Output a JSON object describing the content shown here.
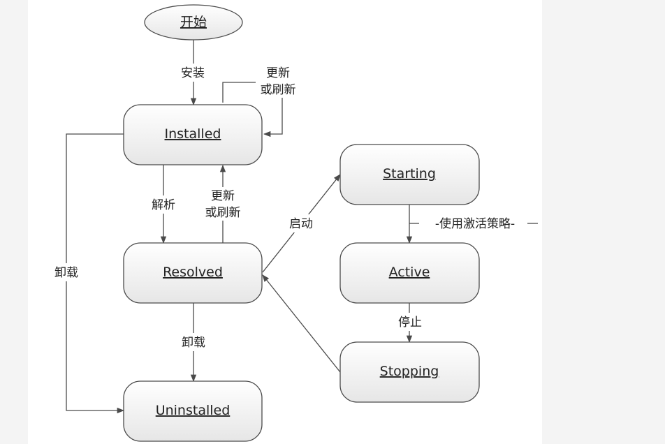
{
  "diagram": {
    "states": {
      "start": "开始",
      "installed": "Installed",
      "resolved": "Resolved",
      "uninstalled": "Uninstalled",
      "starting": "Starting",
      "active": "Active",
      "stopping": "Stopping"
    },
    "edges": {
      "install": "安装",
      "update_or_refresh_self_1": "更新",
      "update_or_refresh_self_2": "或刷新",
      "resolve": "解析",
      "update_or_refresh_back_1": "更新",
      "update_or_refresh_back_2": "或刷新",
      "uninstall_left": "卸载",
      "uninstall_resolved": "卸载",
      "start": "启动",
      "activation_policy": "-使用激活策略-",
      "stop": "停止"
    }
  }
}
